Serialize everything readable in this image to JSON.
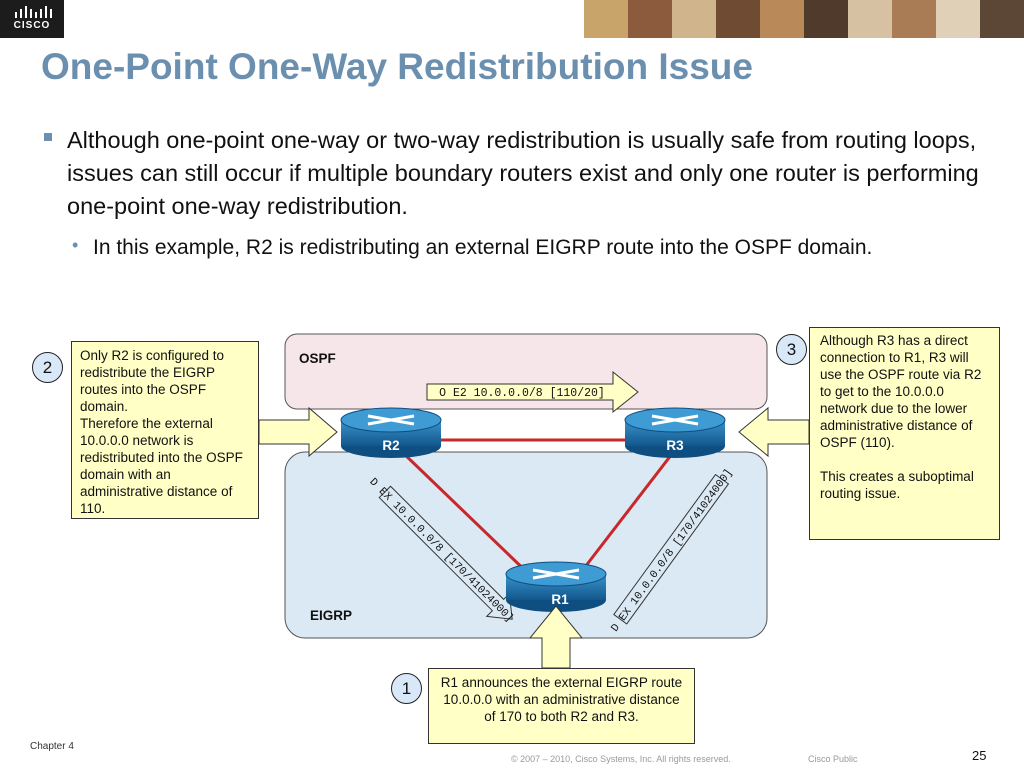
{
  "header": {
    "logo_text": "CISCO"
  },
  "slide": {
    "title": "One-Point One-Way Redistribution Issue",
    "bullet_main": "Although one-point one-way or two-way redistribution is usually safe from routing loops, issues can still occur if multiple boundary routers exist and only one router is performing one-point one-way redistribution.",
    "bullet_sub": "In this example, R2 is redistributing an external EIGRP route into the OSPF domain."
  },
  "diagram": {
    "ospf_label": "OSPF",
    "eigrp_label": "EIGRP",
    "routers": {
      "r1": "R1",
      "r2": "R2",
      "r3": "R3"
    },
    "route_labels": {
      "ospf_route": "O E2 10.0.0.0/8 [110/20]",
      "left_route": "D EX 10.0.0.0/8 [170/41024000]",
      "right_route": "D EX 10.0.0.0/8 [170/41024000]"
    },
    "notes": [
      {
        "number": "2",
        "lines": [
          "Only R2 is configured to redistribute the EIGRP routes into the OSPF domain.",
          "Therefore the external 10.0.0.0 network is redistributed into the OSPF domain with an administrative distance of 110."
        ]
      },
      {
        "number": "3",
        "lines": [
          "Although R3 has a direct connection to R1, R3 will use the OSPF route via R2 to get to the 10.0.0.0 network due to the lower administrative distance of OSPF (110).",
          "This creates a suboptimal routing issue."
        ]
      },
      {
        "number": "1",
        "lines": [
          "R1 announces the external EIGRP route 10.0.0.0 with an administrative distance of 170 to both R2 and R3."
        ]
      }
    ],
    "colors": {
      "ospf_area": "#f6e6ea",
      "eigrp_area": "#dbe9f4",
      "link": "#c8282a",
      "note_fill": "#ffffc6",
      "arrow_fill": "#ffffc6",
      "router": "#1f78b4"
    }
  },
  "footer": {
    "chapter": "Chapter 4",
    "copyright": "© 2007 – 2010, Cisco Systems, Inc. All rights reserved.",
    "classification": "Cisco Public",
    "page_number": "25"
  }
}
